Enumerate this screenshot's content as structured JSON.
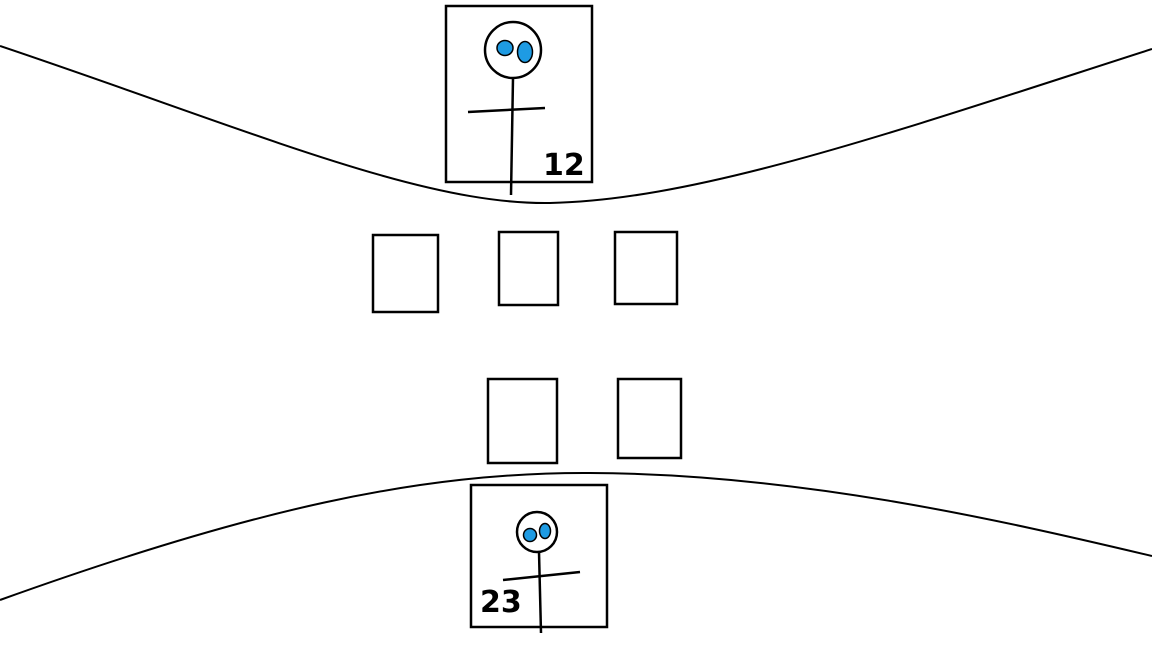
{
  "colors": {
    "line": "#000000",
    "eye": "#1e9be3",
    "background": "#ffffff"
  },
  "players": {
    "top": {
      "number": "12"
    },
    "bottom": {
      "number": "23"
    }
  },
  "cards": {
    "middle_row_count": 3,
    "lower_row_count": 2
  }
}
